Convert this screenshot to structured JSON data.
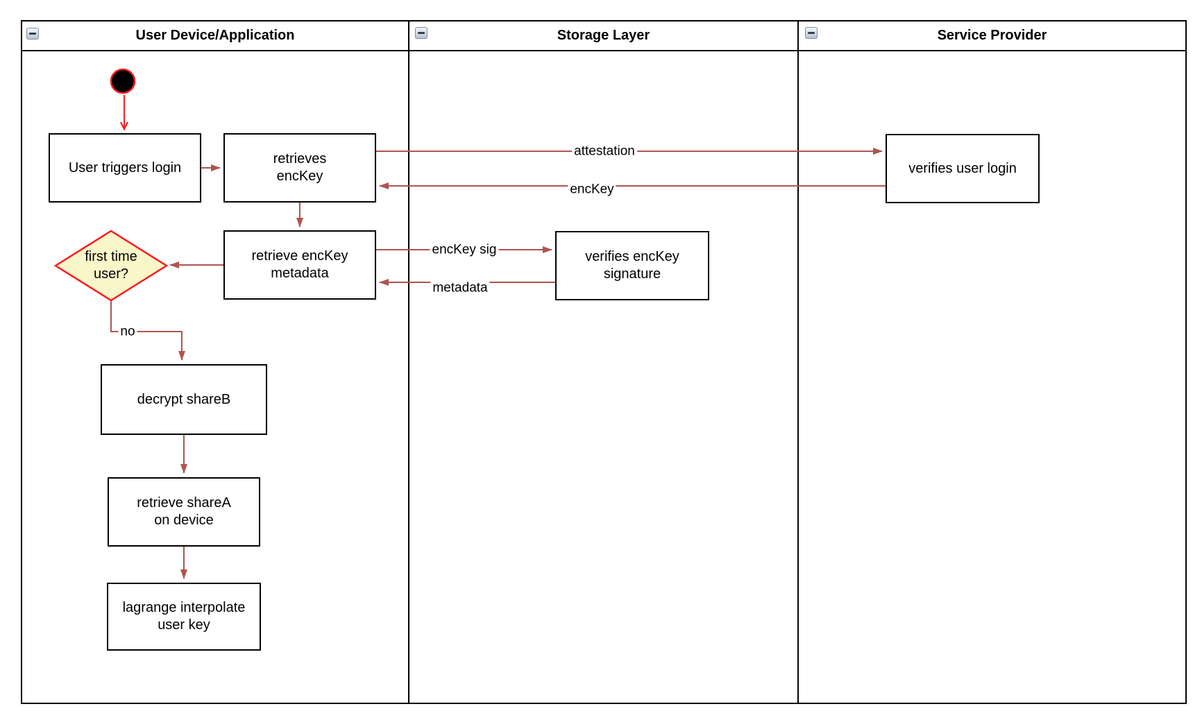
{
  "diagram": {
    "kind": "activity-swimlane-diagram",
    "lanes": [
      {
        "title": "User Device/Application"
      },
      {
        "title": "Storage Layer"
      },
      {
        "title": "Service Provider"
      }
    ],
    "nodes": {
      "user_triggers_login": "User triggers login",
      "retrieves_enckey": "retrieves\nencKey",
      "retrieve_enckey_metadata": "retrieve encKey\nmetadata",
      "first_time_user": "first time\nuser?",
      "decrypt_shareb": "decrypt shareB",
      "retrieve_sharea": "retrieve shareA\non device",
      "lagrange_interpolate": "lagrange interpolate\nuser key",
      "verifies_enckey_signature": "verifies encKey\nsignature",
      "verifies_user_login": "verifies user login"
    },
    "edge_labels": {
      "attestation": "attestation",
      "enckey": "encKey",
      "enckey_sig": "encKey sig",
      "metadata": "metadata",
      "no": "no"
    },
    "colors": {
      "flow_arrow": "#B05450",
      "start_arrow": "#FF1A1A",
      "decision_fill": "#F9F7C9",
      "decision_stroke": "#FF1A1A",
      "node_border": "#000000",
      "start_fill": "#000000"
    }
  }
}
